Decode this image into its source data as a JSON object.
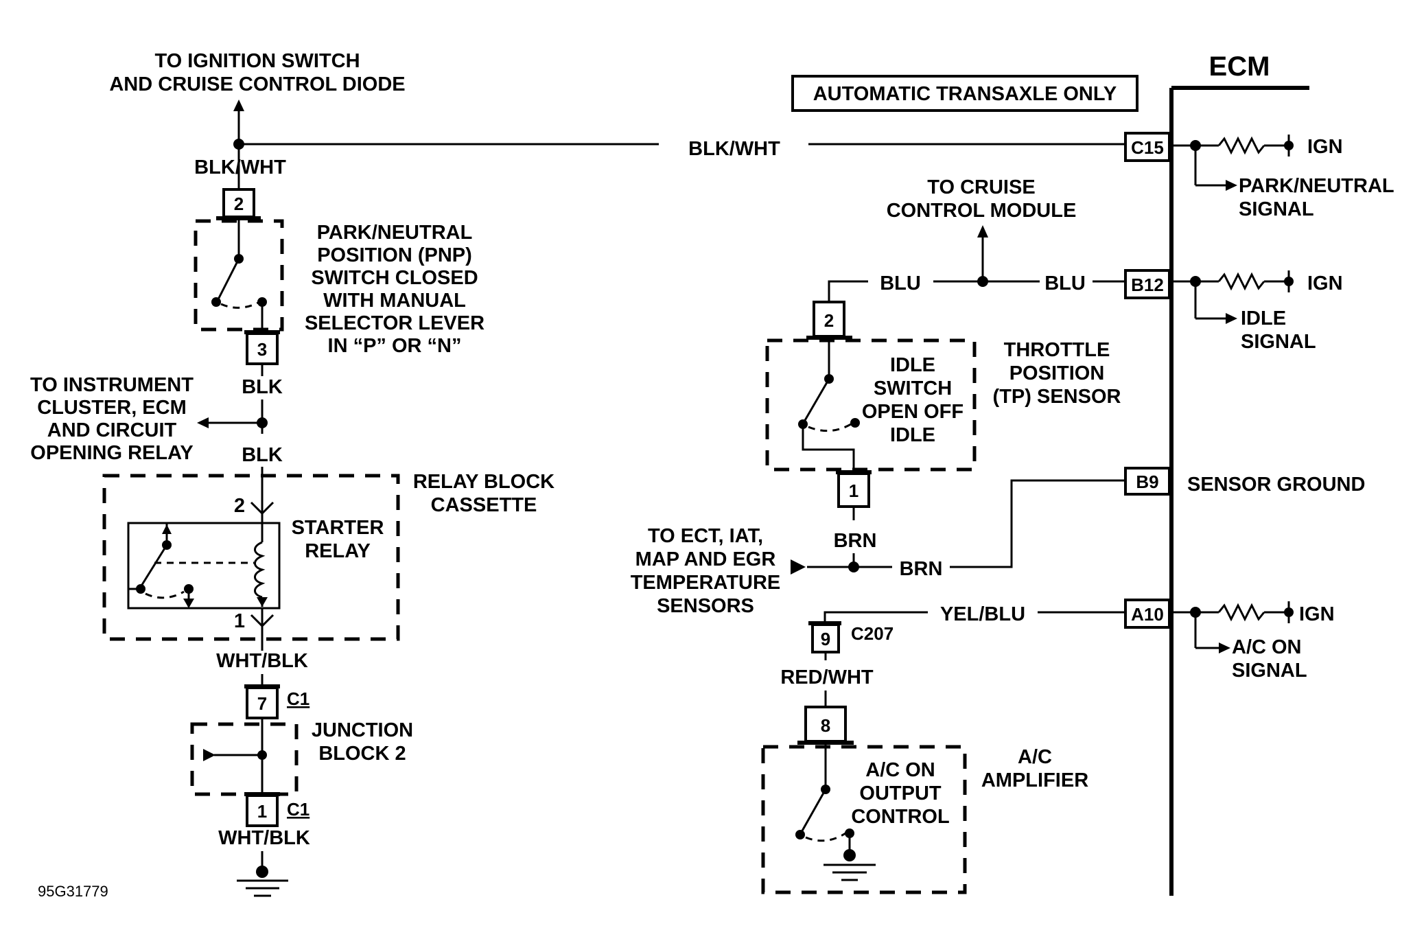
{
  "figure_id": "95G31779",
  "ecm_label": "ECM",
  "automatic_only": "AUTOMATIC TRANSAXLE ONLY",
  "left": {
    "to_ignition_line1": "TO IGNITION SWITCH",
    "to_ignition_line2": "AND CRUISE CONTROL DIODE",
    "wire_top": "BLK/WHT",
    "pnp_pin_top": "2",
    "pnp_pin_bottom": "3",
    "pnp_lines": [
      "PARK/NEUTRAL",
      "POSITION (PNP)",
      "SWITCH CLOSED",
      "WITH MANUAL",
      "SELECTOR LEVER",
      "IN “P” OR “N”"
    ],
    "wire_blk_1": "BLK",
    "wire_blk_2": "BLK",
    "instrument_lines": [
      "TO INSTRUMENT",
      "CLUSTER, ECM",
      "AND CIRCUIT",
      "OPENING RELAY"
    ],
    "relay_block_line1": "RELAY BLOCK",
    "relay_block_line2": "CASSETTE",
    "starter_line1": "STARTER",
    "starter_line2": "RELAY",
    "relay_pin_top": "2",
    "relay_pin_bottom": "1",
    "wire_wht_blk_1": "WHT/BLK",
    "jb_pin_top": "7",
    "jb_conn_top": "C1",
    "jb_line1": "JUNCTION",
    "jb_line2": "BLOCK 2",
    "jb_pin_bottom": "1",
    "jb_conn_bottom": "C1",
    "wire_wht_blk_2": "WHT/BLK"
  },
  "right": {
    "wire_blk_wht": "BLK/WHT",
    "pin_c15": "C15",
    "ign_1": "IGN",
    "pn_signal_line1": "PARK/NEUTRAL",
    "pn_signal_line2": "SIGNAL",
    "cruise_line1": "TO CRUISE",
    "cruise_line2": "CONTROL MODULE",
    "wire_blu_1": "BLU",
    "wire_blu_2": "BLU",
    "pin_b12": "B12",
    "ign_2": "IGN",
    "idle_signal_line1": "IDLE",
    "idle_signal_line2": "SIGNAL",
    "tp_pin_top": "2",
    "tp_pin_bottom": "1",
    "idle_switch_lines": [
      "IDLE",
      "SWITCH",
      "OPEN OFF",
      "IDLE"
    ],
    "tp_lines": [
      "THROTTLE",
      "POSITION",
      "(TP) SENSOR"
    ],
    "pin_b9": "B9",
    "sensor_ground": "SENSOR GROUND",
    "wire_brn_1": "BRN",
    "wire_brn_2": "BRN",
    "ect_lines": [
      "TO ECT, IAT,",
      "MAP AND EGR",
      "TEMPERATURE",
      "SENSORS"
    ],
    "wire_yel_blu": "YEL/BLU",
    "pin_a10": "A10",
    "ign_3": "IGN",
    "ac_signal_line1": "A/C ON",
    "ac_signal_line2": "SIGNAL",
    "c207_pin": "9",
    "c207_label": "C207",
    "wire_red_wht": "RED/WHT",
    "ac_pin": "8",
    "ac_output_lines": [
      "A/C ON",
      "OUTPUT",
      "CONTROL"
    ],
    "ac_amp_line1": "A/C",
    "ac_amp_line2": "AMPLIFIER"
  }
}
